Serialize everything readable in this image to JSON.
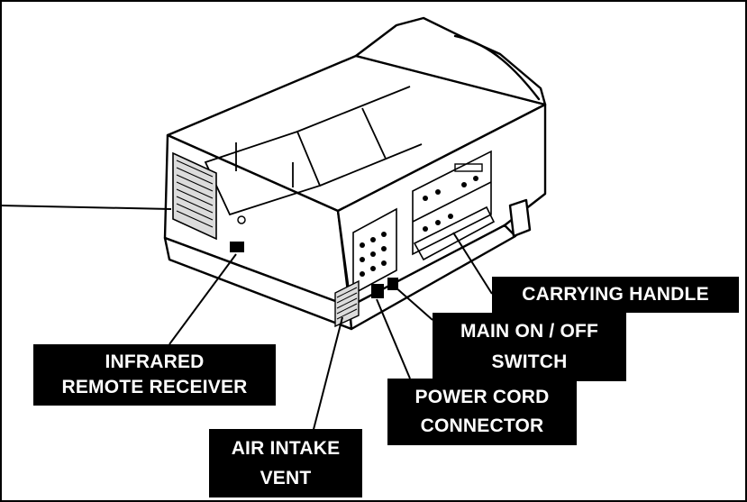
{
  "labels": {
    "infrared": [
      "INFRARED",
      "REMOTE RECEIVER"
    ],
    "air_intake": [
      "AIR INTAKE",
      "VENT"
    ],
    "power_cord": [
      "POWER CORD",
      "CONNECTOR"
    ],
    "main_switch": [
      "MAIN ON / OFF",
      "SWITCH"
    ],
    "carrying_handle": "CARRYING HANDLE"
  },
  "colors": {
    "ink": "#000000",
    "paper": "#ffffff",
    "shade": "#dcdcdc"
  }
}
